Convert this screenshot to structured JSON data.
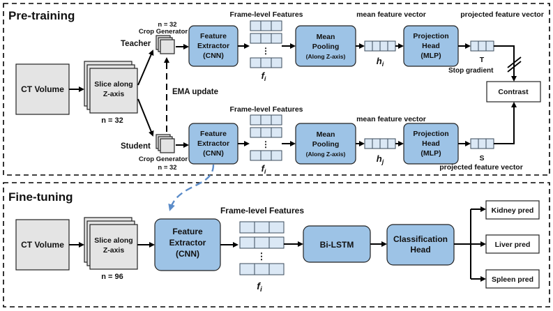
{
  "pretraining": {
    "title": "Pre-training",
    "ct_volume": "CT Volume",
    "slice_line1": "Slice along",
    "slice_line2": "Z-axis",
    "n_slices": "n = 32",
    "teacher": "Teacher",
    "student": "Student",
    "crop_generator": "Crop Generator",
    "crop_n": "n = 32",
    "ema_update": "EMA update",
    "frame_level_features": "Frame-level Features",
    "feature_extractor": [
      "Feature",
      "Extractor",
      "(CNN)"
    ],
    "mean_pooling": [
      "Mean",
      "Pooling",
      "(Along Z-axis)"
    ],
    "projection_head": [
      "Projection",
      "Head",
      "(MLP)"
    ],
    "mean_feature_vector": "mean feature vector",
    "projected_feature_vector": "projected feature vector",
    "f_i": "f",
    "f_sub": "i",
    "h_i": "h",
    "h_i_sub": "i",
    "h_j": "h",
    "h_j_sub": "j",
    "T": "T",
    "S": "S",
    "stop_gradient": "Stop gradient",
    "contrast": "Contrast",
    "ellipsis": "⋮"
  },
  "finetuning": {
    "title": "Fine-tuning",
    "ct_volume": "CT Volume",
    "slice_line1": "Slice along",
    "slice_line2": "Z-axis",
    "n_slices": "n = 96",
    "feature_extractor": [
      "Feature",
      "Extractor",
      "(CNN)"
    ],
    "frame_level_features": "Frame-level Features",
    "bilstm": "Bi-LSTM",
    "classification_head": [
      "Classification",
      "Head"
    ],
    "f_i": "f",
    "f_sub": "i",
    "ellipsis": "⋮",
    "outputs": [
      "Kidney pred",
      "Liver pred",
      "Spleen pred"
    ]
  },
  "colors": {
    "blue_box": "#9dc3e6",
    "gray_box": "#e4e4e4",
    "dashed_link": "#5b8cc9"
  }
}
